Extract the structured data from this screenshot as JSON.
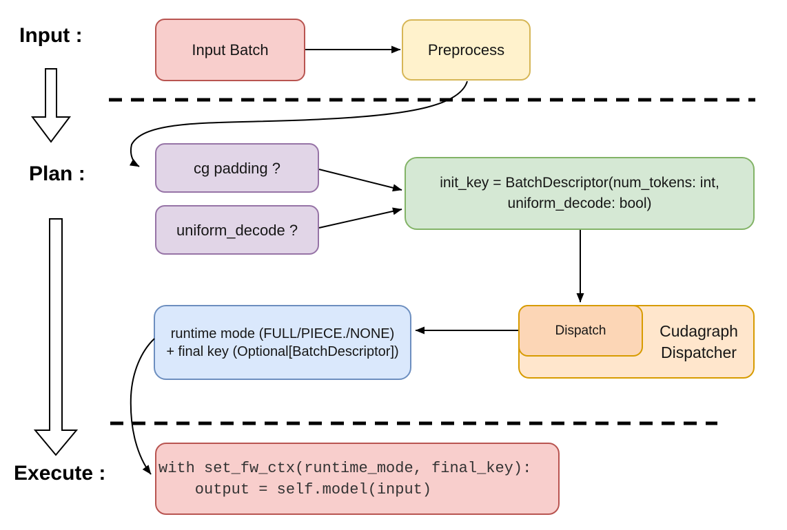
{
  "palette": {
    "canvas_bg": "#ffffff",
    "line": "#000000",
    "text": "#161616",
    "code_text": "#333333",
    "red_fill": "#f8cecc",
    "red_stroke": "#b85450",
    "yellow_fill": "#fff2cc",
    "yellow_stroke": "#d6b656",
    "purple_fill": "#e1d5e7",
    "purple_stroke": "#9673a6",
    "green_fill": "#d5e8d4",
    "green_stroke": "#82b366",
    "blue_fill": "#dae8fc",
    "blue_stroke": "#6c8ebf",
    "orange_fill": "#ffe6cc",
    "orange_inner_fill": "#fcd6b6",
    "orange_stroke": "#d79b00"
  },
  "stage_labels": {
    "input": "Input :",
    "plan": "Plan :",
    "execute": "Execute :"
  },
  "nodes": {
    "input_batch": "Input Batch",
    "preprocess": "Preprocess",
    "cg_padding": "cg padding ?",
    "uniform_decode": "uniform_decode ?",
    "init_key_line1": "init_key = BatchDescriptor(num_tokens: int,",
    "init_key_line2": "uniform_decode: bool)",
    "runtime_line1": "runtime mode (FULL/PIECE./NONE)",
    "runtime_line2": "+ final key (Optional[BatchDescriptor])",
    "dispatch": "Dispatch",
    "dispatcher_line1": "Cudagraph",
    "dispatcher_line2": "Dispatcher",
    "code_line1": "with set_fw_ctx(runtime_mode, final_key):",
    "code_line2": "    output = self.model(input)"
  }
}
